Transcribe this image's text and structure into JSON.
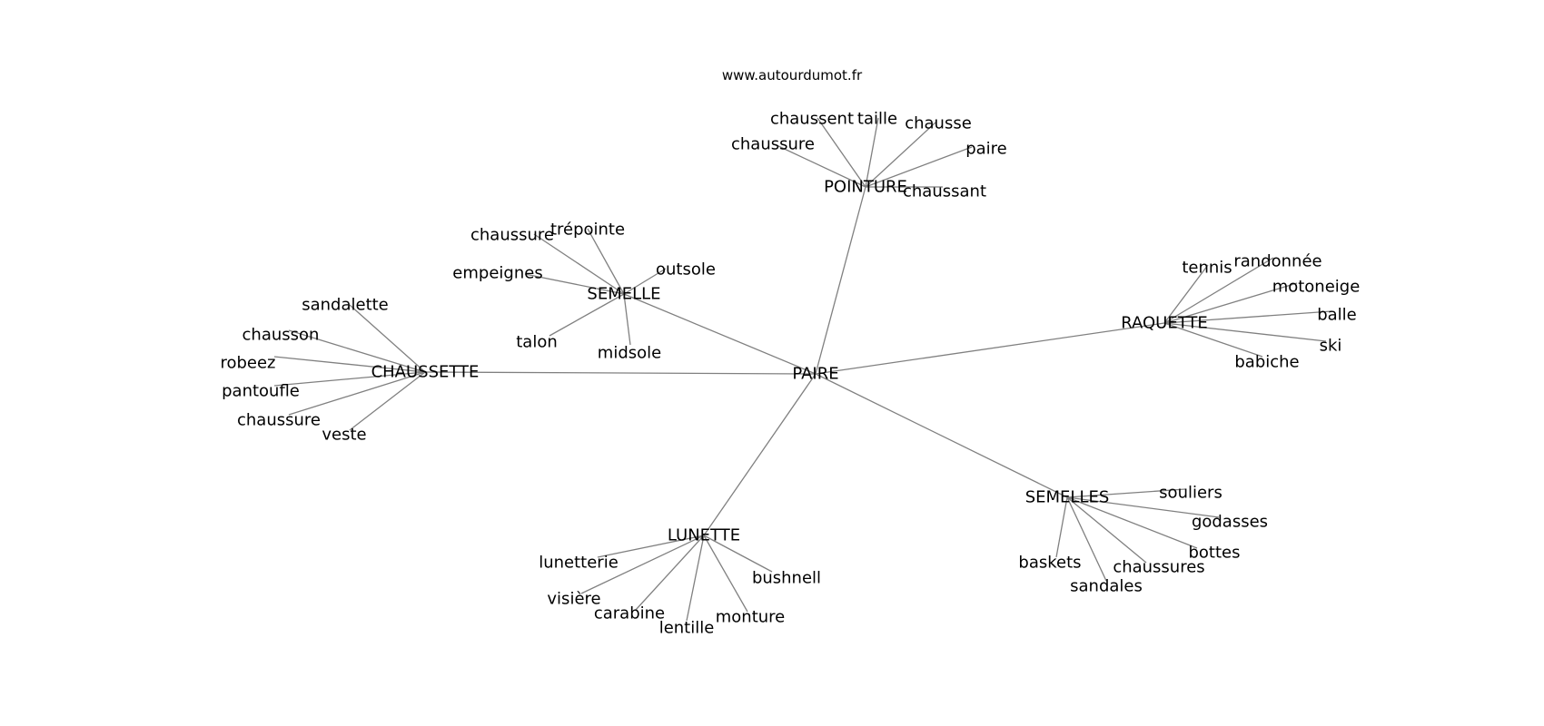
{
  "source": "www.autourdumot.fr",
  "graph": {
    "center": "PAIRE",
    "groups": [
      {
        "hub": "POINTURE",
        "leaves": [
          "chaussent",
          "taille",
          "chausse",
          "chaussure",
          "paire",
          "chaussant"
        ]
      },
      {
        "hub": "SEMELLE",
        "leaves": [
          "chaussure",
          "trépointe",
          "outsole",
          "empeignes",
          "talon",
          "midsole"
        ]
      },
      {
        "hub": "CHAUSSETTE",
        "leaves": [
          "sandalette",
          "chausson",
          "robeez",
          "pantoufle",
          "chaussure",
          "veste"
        ]
      },
      {
        "hub": "RAQUETTE",
        "leaves": [
          "tennis",
          "randonnée",
          "motoneige",
          "balle",
          "ski",
          "babiche"
        ]
      },
      {
        "hub": "SEMELLES",
        "leaves": [
          "souliers",
          "godasses",
          "bottes",
          "chaussures",
          "sandales",
          "baskets"
        ]
      },
      {
        "hub": "LUNETTE",
        "leaves": [
          "lunetterie",
          "visière",
          "carabine",
          "lentille",
          "monture",
          "bushnell"
        ]
      }
    ]
  }
}
